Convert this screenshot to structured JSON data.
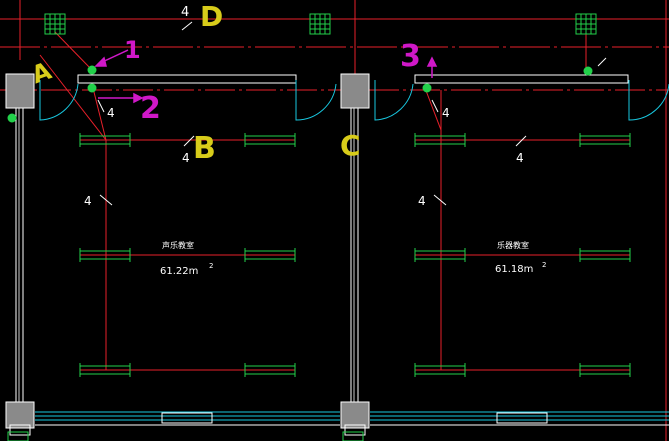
{
  "colors": {
    "background": "#000000",
    "wire_red": "#e8202a",
    "wall_white": "#ffffff",
    "column_gray": "#8a8a8a",
    "light_green": "#22d14a",
    "door_cyan": "#18c8e0",
    "annotation_yellow": "#d8cc1a",
    "annotation_magenta": "#d018c8",
    "text_white": "#ffffff"
  },
  "plan": {
    "room_left": {
      "name": "声乐教室",
      "area": "61.22m",
      "area_sup": "2"
    },
    "room_right": {
      "name": "乐器教室",
      "area": "61.18m",
      "area_sup": "2"
    },
    "wire_count_labels": [
      "4",
      "4",
      "4",
      "4",
      "4",
      "4",
      "4"
    ]
  },
  "annotations": {
    "letters": [
      "A",
      "B",
      "C",
      "D"
    ],
    "numbers": [
      "1",
      "2",
      "3"
    ]
  },
  "icons": {
    "panel": "junction-box-icon",
    "node": "wire-node-icon"
  }
}
